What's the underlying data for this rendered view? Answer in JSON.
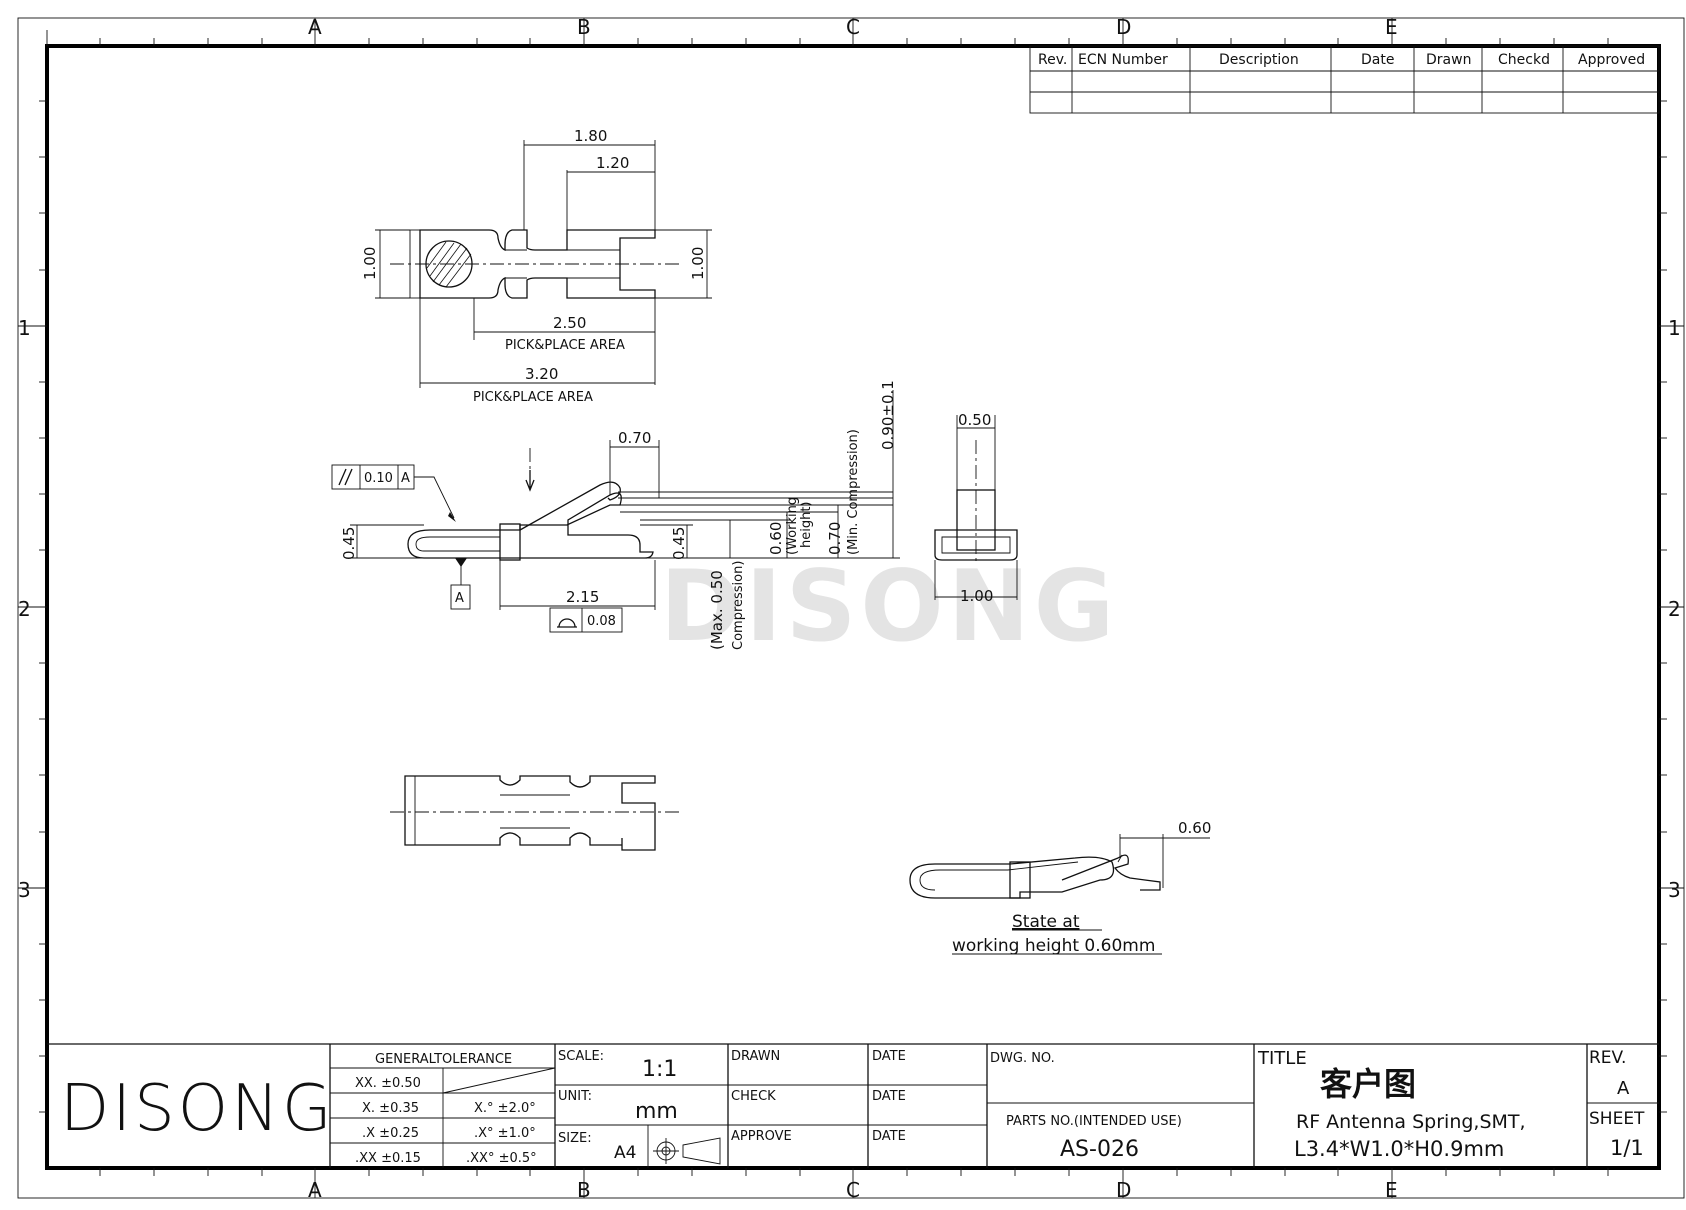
{
  "grid": {
    "columns": [
      "A",
      "B",
      "C",
      "D",
      "E"
    ],
    "rows": [
      "1",
      "2",
      "3"
    ]
  },
  "revision_table": {
    "headers": [
      "Rev.",
      "ECN Number",
      "Description",
      "Date",
      "Drawn",
      "Checkd",
      "Approved"
    ]
  },
  "views": {
    "top": {
      "dims": [
        "1.80",
        "1.20",
        "1.00",
        "1.00",
        "2.50",
        "3.20"
      ],
      "pick_place_label": "PICK&PLACE AREA"
    },
    "side": {
      "dims": [
        "0.70",
        "0.45",
        "0.45",
        "2.15",
        "0.90±0.1"
      ],
      "tol_parallel": "0.10",
      "tol_parallel_ref": "A",
      "datum": "A",
      "tol_profile": "0.08",
      "working_height": {
        "value": "0.60",
        "label_1": "(Working",
        "label_2": "height)"
      },
      "min_compression": {
        "value": "0.70",
        "label": "(Min. Compression)"
      },
      "max_compression": {
        "value": "0.50",
        "label_1": "(Max. 0.50",
        "label_2": "Compression)"
      }
    },
    "end": {
      "dims": [
        "0.50",
        "1.00"
      ]
    },
    "working_state": {
      "dim": "0.60",
      "caption_1": "State at",
      "caption_2": "working height 0.60mm"
    }
  },
  "watermark": "DISONG",
  "title_block": {
    "company": "DISONG",
    "general_tolerance": {
      "title": "GENERALTOLERANCE",
      "linear": [
        "XX. ±0.50",
        "X. ±0.35",
        ".X ±0.25",
        ".XX ±0.15"
      ],
      "angular": [
        "X.° ±2.0°",
        ".X° ±1.0°",
        ".XX° ±0.5°"
      ]
    },
    "scale_label": "SCALE:",
    "scale_value": "1:1",
    "unit_label": "UNIT:",
    "unit_value": "mm",
    "size_label": "SIZE:",
    "size_value": "A4",
    "drawn_label": "DRAWN",
    "check_label": "CHECK",
    "approve_label": "APPROVE",
    "date_label": "DATE",
    "dwg_no_label": "DWG. NO.",
    "parts_no_label": "PARTS NO.(INTENDED USE)",
    "parts_no_value": "AS-026",
    "title_label": "TITLE",
    "title_cn": "客户图",
    "title_line1": "RF Antenna Spring,SMT,",
    "title_line2": "L3.4*W1.0*H0.9mm",
    "rev_label": "REV.",
    "rev_value": "A",
    "sheet_label": "SHEET",
    "sheet_value": "1/1"
  }
}
